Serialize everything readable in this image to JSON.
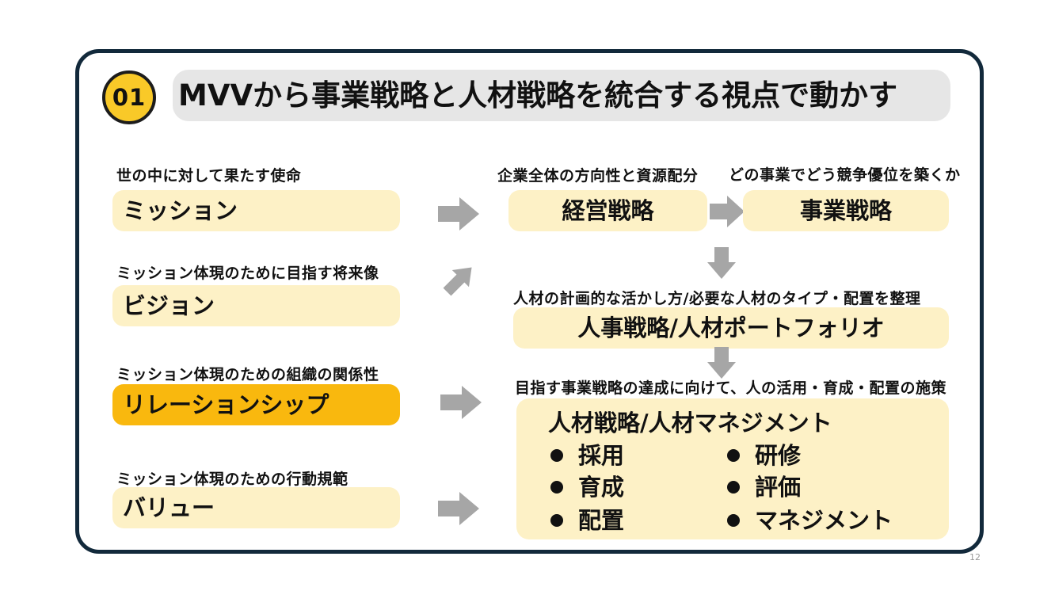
{
  "slide": {
    "badge": "01",
    "title": "MVVから事業戦略と人材戦略を統合する視点で動かす",
    "page_number": "12"
  },
  "mvv": [
    {
      "caption": "世の中に対して果たす使命",
      "label": "ミッション",
      "highlight": false
    },
    {
      "caption": "ミッション体現のために目指す将来像",
      "label": "ビジョン",
      "highlight": false
    },
    {
      "caption": "ミッション体現のための組織の関係性",
      "label": "リレーションシップ",
      "highlight": true
    },
    {
      "caption": "ミッション体現のための行動規範",
      "label": "バリュー",
      "highlight": false
    }
  ],
  "strategy": {
    "corporate": {
      "caption": "企業全体の方向性と資源配分",
      "label": "経営戦略"
    },
    "business": {
      "caption": "どの事業でどう競争優位を築くか",
      "label": "事業戦略"
    },
    "hr_portfolio": {
      "caption": "人材の計画的な活かし方/必要な人材のタイプ・配置を整理",
      "label": "人事戦略/人材ポートフォリオ"
    },
    "talent_management": {
      "caption": "目指す事業戦略の達成に向けて、人の活用・育成・配置の施策",
      "label": "人材戦略/人材マネジメント",
      "measures_left": [
        "採用",
        "育成",
        "配置"
      ],
      "measures_right": [
        "研修",
        "評価",
        "マネジメント"
      ]
    }
  },
  "icons": {
    "bullet": "bullet-icon",
    "flow_right": "arrow-right-icon",
    "flow_down": "arrow-down-icon",
    "flow_diagonal": "arrow-up-right-icon"
  },
  "colors": {
    "frame": "#12293b",
    "badge": "#f9c928",
    "badge_border": "#1c1c1c",
    "title_bar": "#e6e6e6",
    "box": "#fdf1c6",
    "highlight": "#f9b80e",
    "arrow": "#a6a6a6",
    "text": "#111111",
    "page_number": "#9a9a9a"
  }
}
